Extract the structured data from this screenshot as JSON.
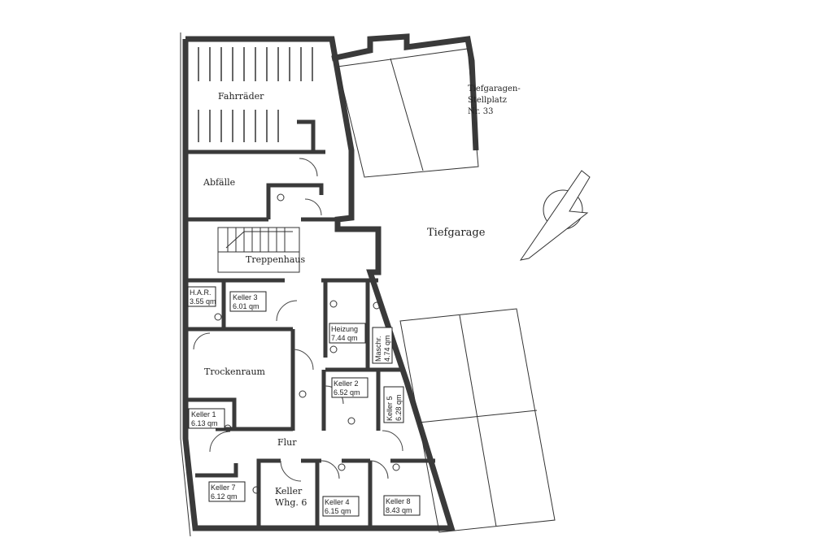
{
  "rooms": {
    "fahrraeder": "Fahrräder",
    "abfaelle": "Abfälle",
    "treppenhaus": "Treppenhaus",
    "trockenraum": "Trockenraum",
    "flur": "Flur",
    "keller_whg6_line1": "Keller",
    "keller_whg6_line2": "Whg. 6",
    "tiefgarage": "Tiefgarage",
    "stellplatz_line1": "Tiefgaragen-",
    "stellplatz_line2": "Stellplatz",
    "stellplatz_line3": "Nr. 33"
  },
  "storage": [
    {
      "name": "H.A.R.",
      "area": "3.55 qm"
    },
    {
      "name": "Keller 3",
      "area": "6.01 qm"
    },
    {
      "name": "Heizung",
      "area": "7.44 qm"
    },
    {
      "name": "Maschr.",
      "area": "4.74 qm"
    },
    {
      "name": "Keller 2",
      "area": "6.52 qm"
    },
    {
      "name": "Keller 5",
      "area": "6.28 qm"
    },
    {
      "name": "Keller 1",
      "area": "6.13 qm"
    },
    {
      "name": "Keller 7",
      "area": "6.12 qm"
    },
    {
      "name": "Keller 4",
      "area": "6.15 qm"
    },
    {
      "name": "Keller 8",
      "area": "8.43 qm"
    }
  ],
  "colors": {
    "wall": "#3a3a3a",
    "background": "#ffffff"
  }
}
